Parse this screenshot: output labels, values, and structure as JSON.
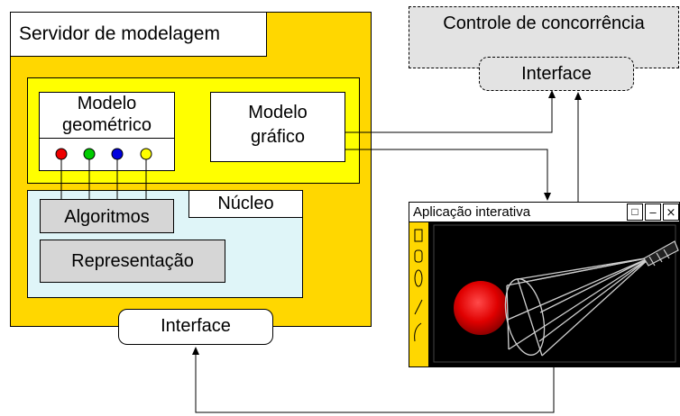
{
  "colors": {
    "server_bg": "#ffd700",
    "inner_bg": "#ffff00",
    "core_bg": "#dff5f8",
    "box_gray": "#d6d6d6",
    "concurrency_bg": "#e3e3e3",
    "viewport_bg": "#000000",
    "sphere": "#e60000",
    "port_colors": [
      "#ee0000",
      "#00cc00",
      "#0000dd",
      "#ffff00"
    ]
  },
  "server": {
    "title": "Servidor de modelagem",
    "geometric_model": {
      "line1": "Modelo",
      "line2": "geométrico"
    },
    "graphic_model": {
      "line1": "Modelo",
      "line2": "gráfico"
    },
    "core": {
      "title": "Núcleo",
      "algorithms": "Algoritmos",
      "representation": "Representação"
    },
    "interface": "Interface"
  },
  "concurrency": {
    "title": "Controle de concorrência",
    "interface": "Interface"
  },
  "app_window": {
    "title": "Aplicação interativa",
    "controls": [
      "□",
      "–",
      "⨯"
    ],
    "toolbar_icons": [
      "rectangle-tool-icon",
      "rounded-rect-tool-icon",
      "ellipse-tool-icon",
      "line-tool-icon",
      "curve-tool-icon"
    ]
  }
}
